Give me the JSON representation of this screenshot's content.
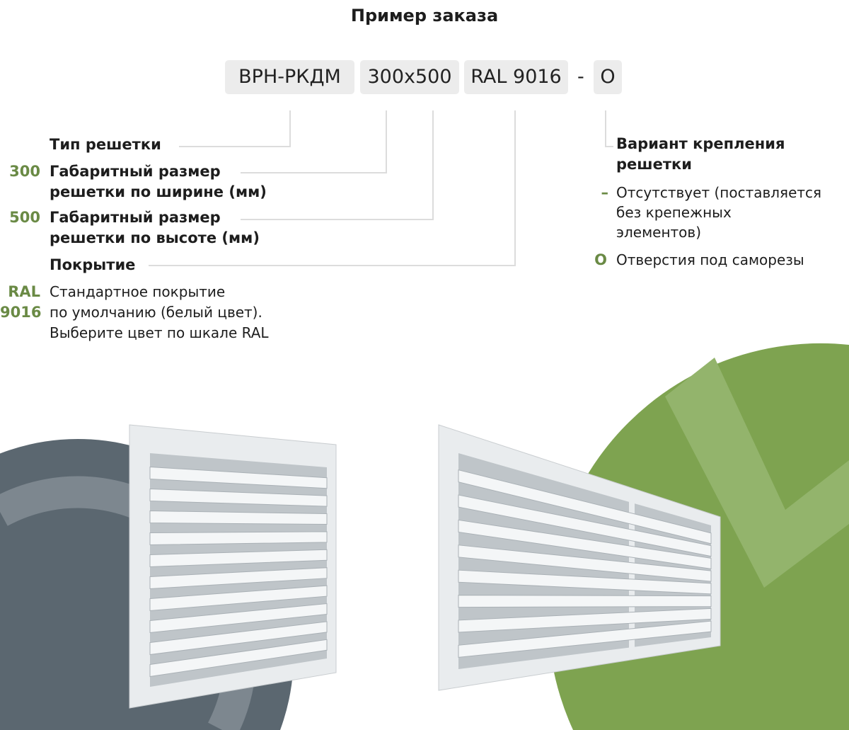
{
  "title": "Пример заказа",
  "code": {
    "type": "ВРН-РКДМ",
    "size": "300x500",
    "coating": "RAL 9016",
    "separator": "-",
    "mount": "О"
  },
  "left": {
    "type_label": "Тип решетки",
    "width": {
      "num": "300",
      "label_line1": "Габаритный размер",
      "label_line2": "решетки по ширине (мм)"
    },
    "height": {
      "num": "500",
      "label_line1": "Габаритный размер",
      "label_line2": "решетки по высоте (мм)"
    },
    "coating_label": "Покрытие",
    "coating": {
      "num_line1": "RAL",
      "num_line2": "9016",
      "desc_line1": "Стандартное покрытие",
      "desc_line2": "по умолчанию (белый цвет).",
      "desc_line3": "Выберите цвет по шкале RAL"
    }
  },
  "right": {
    "heading_line1": "Вариант крепления",
    "heading_line2": "решетки",
    "options": [
      {
        "code": "–",
        "line1": "Отсутствует (поставляется",
        "line2": "без крепежных",
        "line3": "элементов)"
      },
      {
        "code": "О",
        "line1": "Отверстия под саморезы"
      }
    ]
  },
  "colors": {
    "accent": "#6a8a45",
    "chip": "#ececec",
    "slate": "#5b6770",
    "green": "#7ea350"
  }
}
